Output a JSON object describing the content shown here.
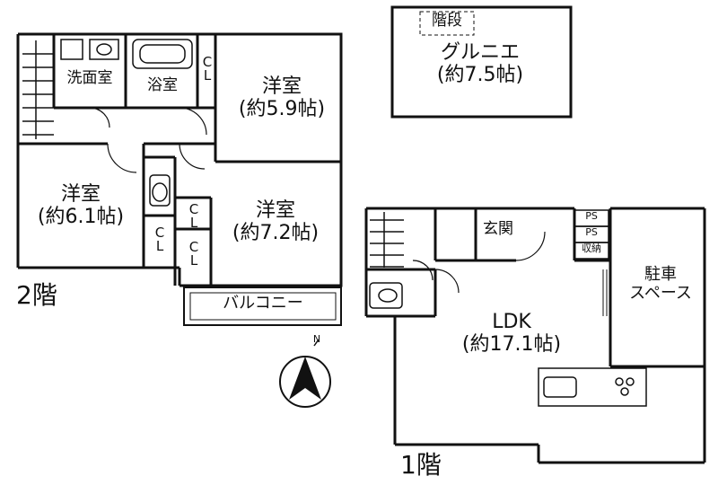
{
  "floor2": {
    "label": "2階",
    "rooms": {
      "washroom": "洗面室",
      "bath": "浴室",
      "closet_top": "C\nL",
      "western_a_name": "洋室",
      "western_a_size": "(約5.9帖)",
      "western_b_name": "洋室",
      "western_b_size": "(約6.1帖)",
      "western_c_name": "洋室",
      "western_c_size": "(約7.2帖)",
      "closet_mid": "C\nL",
      "closet_left": "C\nL",
      "closet_lower": "C\nL",
      "balcony": "バルコニー"
    }
  },
  "roof": {
    "stairs": "階段",
    "grenier": "グルニエ",
    "grenier_size": "(約7.5帖)"
  },
  "floor1": {
    "label": "1階",
    "rooms": {
      "entrance": "玄関",
      "ps1": "PS",
      "ps2": "PS",
      "storage": "収納",
      "parking_1": "駐車",
      "parking_2": "スペース",
      "ldk": "LDK",
      "ldk_size": "(約17.1帖)"
    }
  },
  "compass": {
    "north_mark": "N"
  }
}
